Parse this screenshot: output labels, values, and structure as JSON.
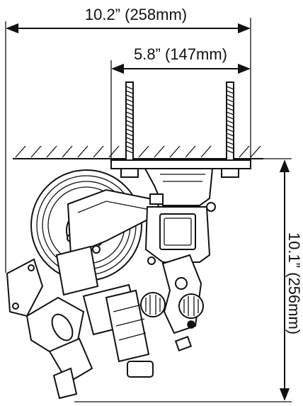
{
  "dimensions": {
    "overall_width": "10.2” (258mm)",
    "bolt_spacing": "5.8” (147mm)",
    "overall_height": "10.1” (256mm)"
  },
  "colors": {
    "line": "#111111",
    "background": "#ffffff"
  }
}
